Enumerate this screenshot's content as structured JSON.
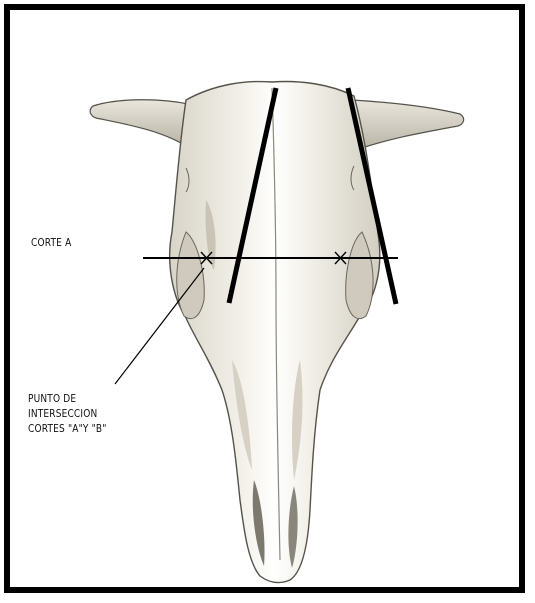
{
  "labels": {
    "corte_a": "CORTE A",
    "intersection": [
      "PUNTO DE",
      "INTERSECCION",
      "CORTES \"A\"Y \"B\""
    ]
  },
  "colors": {
    "frame": "#000000",
    "bone": "#f1efe8",
    "bone_shadow": "#b9b4a6",
    "bone_outline": "#55524a",
    "cut_line": "#000000"
  },
  "icons": {
    "intersection_marker": "x-mark"
  }
}
